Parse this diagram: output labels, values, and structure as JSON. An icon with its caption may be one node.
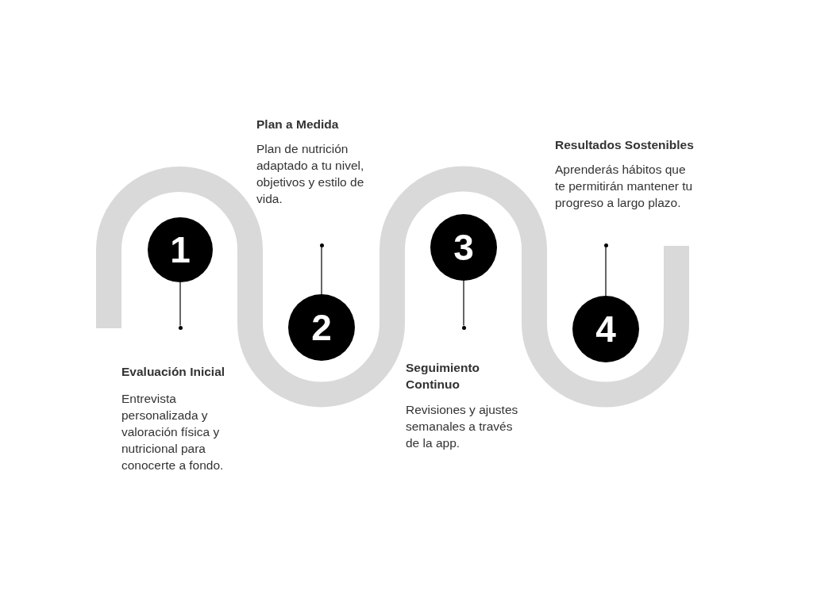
{
  "diagram": {
    "nodes": [
      {
        "text": [
          "1"
        ]
      },
      {
        "text": [
          "2"
        ]
      },
      {
        "text": [
          "3"
        ]
      },
      {
        "text": [
          "4"
        ]
      },
      {
        "text": [],
        "shape": "circle"
      },
      {
        "text": [],
        "shape": "circle"
      },
      {
        "text": [],
        "shape": "circle"
      },
      {
        "text": [],
        "shape": "circle"
      }
    ],
    "edges": [
      {
        "from": 0,
        "to": 4,
        "arrow": "none"
      },
      {
        "from": 1,
        "to": 5,
        "arrow": "none"
      },
      {
        "from": 2,
        "to": 6,
        "arrow": "none"
      },
      {
        "from": 3,
        "to": 7,
        "arrow": "none"
      }
    ],
    "labels": [
      "Plan a Medida",
      "Plan de nutrición adaptado a tu nivel, objetivos y estilo de vida.",
      "Resultados Sostenibles",
      "Aprenderás hábitos que te permitirán mantener tu progreso a largo plazo.",
      "Evaluación Inicial",
      "Entrevista personalizada y valoración física y nutricional para conocerte a fondo.",
      "Seguimiento Continuo",
      "Revisiones y ajustes semanales a través de la app."
    ]
  }
}
